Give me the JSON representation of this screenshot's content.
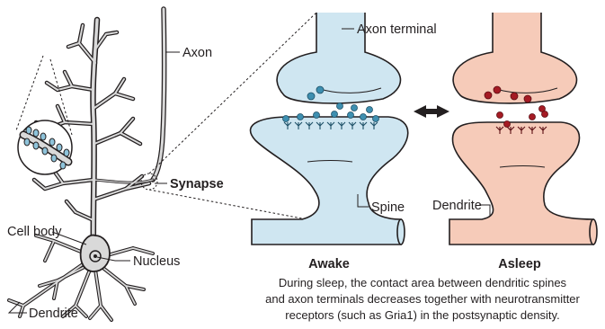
{
  "neuron": {
    "labels": {
      "axon": "Axon",
      "synapse": "Synapse",
      "cell_body": "Cell body",
      "nucleus": "Nucleus",
      "dendrite": "Dendrite"
    }
  },
  "synapse_panels": {
    "axon_terminal": "Axon terminal",
    "spine": "Spine",
    "dendrite": "Dendrite",
    "awake_title": "Awake",
    "asleep_title": "Asleep",
    "colors": {
      "awake_fill": "#cfe6f1",
      "awake_particle": "#3e8fb0",
      "asleep_fill": "#f6cbb9",
      "asleep_particle": "#a51b24",
      "outline": "#231f20"
    }
  },
  "caption": {
    "line1": "During sleep, the contact area between dendritic spines",
    "line2": "and axon terminals decreases together with neurotransmitter",
    "line3": "receptors (such as Gria1) in the postsynaptic density."
  }
}
